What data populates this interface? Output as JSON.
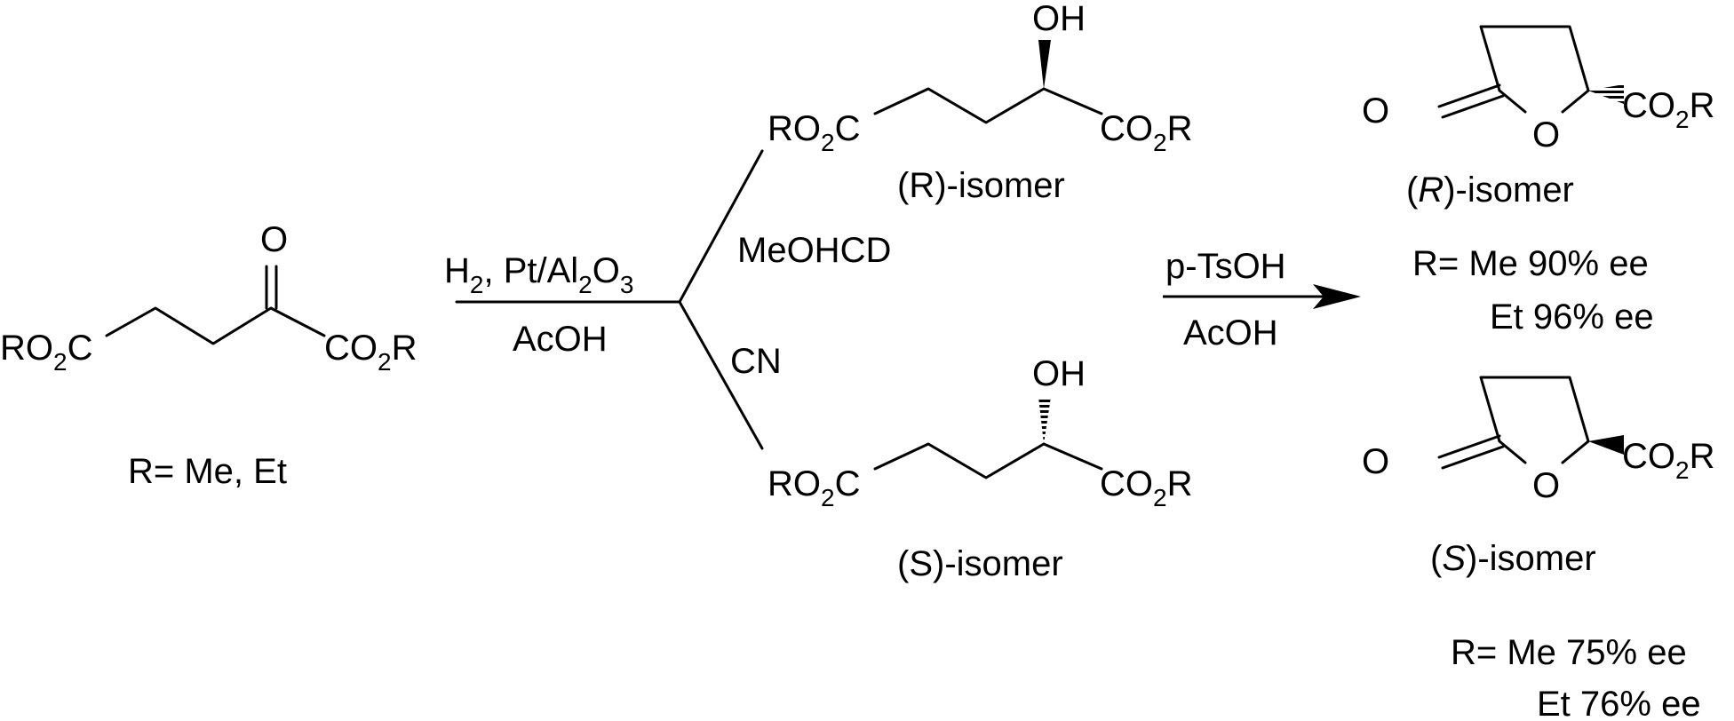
{
  "substrate": {
    "left_group": "RO",
    "left_sub": "2",
    "left_tail": "C",
    "ketone_o": "O",
    "right_group": "CO",
    "right_sub": "2",
    "right_tail": "R",
    "r_label": "R= Me, Et"
  },
  "step1": {
    "reagent_h": "H",
    "reagent_h_sub": "2",
    "reagent_pt": ", Pt/Al",
    "reagent_al_sub": "2",
    "reagent_o": "O",
    "reagent_o_sub": "3",
    "solvent": "AcOH",
    "modifier_top": "MeOHCD",
    "modifier_bottom": "CN"
  },
  "r_hydroxy": {
    "oh": "OH",
    "left_group": "RO",
    "left_sub": "2",
    "left_tail": "C",
    "right_group": "CO",
    "right_sub": "2",
    "right_tail": "R",
    "label": "(R)-isomer"
  },
  "s_hydroxy": {
    "oh": "OH",
    "left_group": "RO",
    "left_sub": "2",
    "left_tail": "C",
    "right_group": "CO",
    "right_sub": "2",
    "right_tail": "R",
    "label": "(S)-isomer"
  },
  "step2": {
    "reagent": "p-TsOH",
    "solvent": "AcOH"
  },
  "r_lactone": {
    "carbonyl_o": "O",
    "ring_o": "O",
    "ester_group": "CO",
    "ester_sub": "2",
    "ester_tail": "R",
    "label_open": "(",
    "label_letter": "R",
    "label_close": ")-isomer",
    "ee_line1": "R= Me 90% ee",
    "ee_line2": "Et  96% ee"
  },
  "s_lactone": {
    "carbonyl_o": "O",
    "ring_o": "O",
    "ester_group": "CO",
    "ester_sub": "2",
    "ester_tail": "R",
    "label_open": "(",
    "label_letter": "S",
    "label_close": ")-isomer",
    "ee_line1": "R= Me  75% ee",
    "ee_line2": "Et  76% ee"
  }
}
